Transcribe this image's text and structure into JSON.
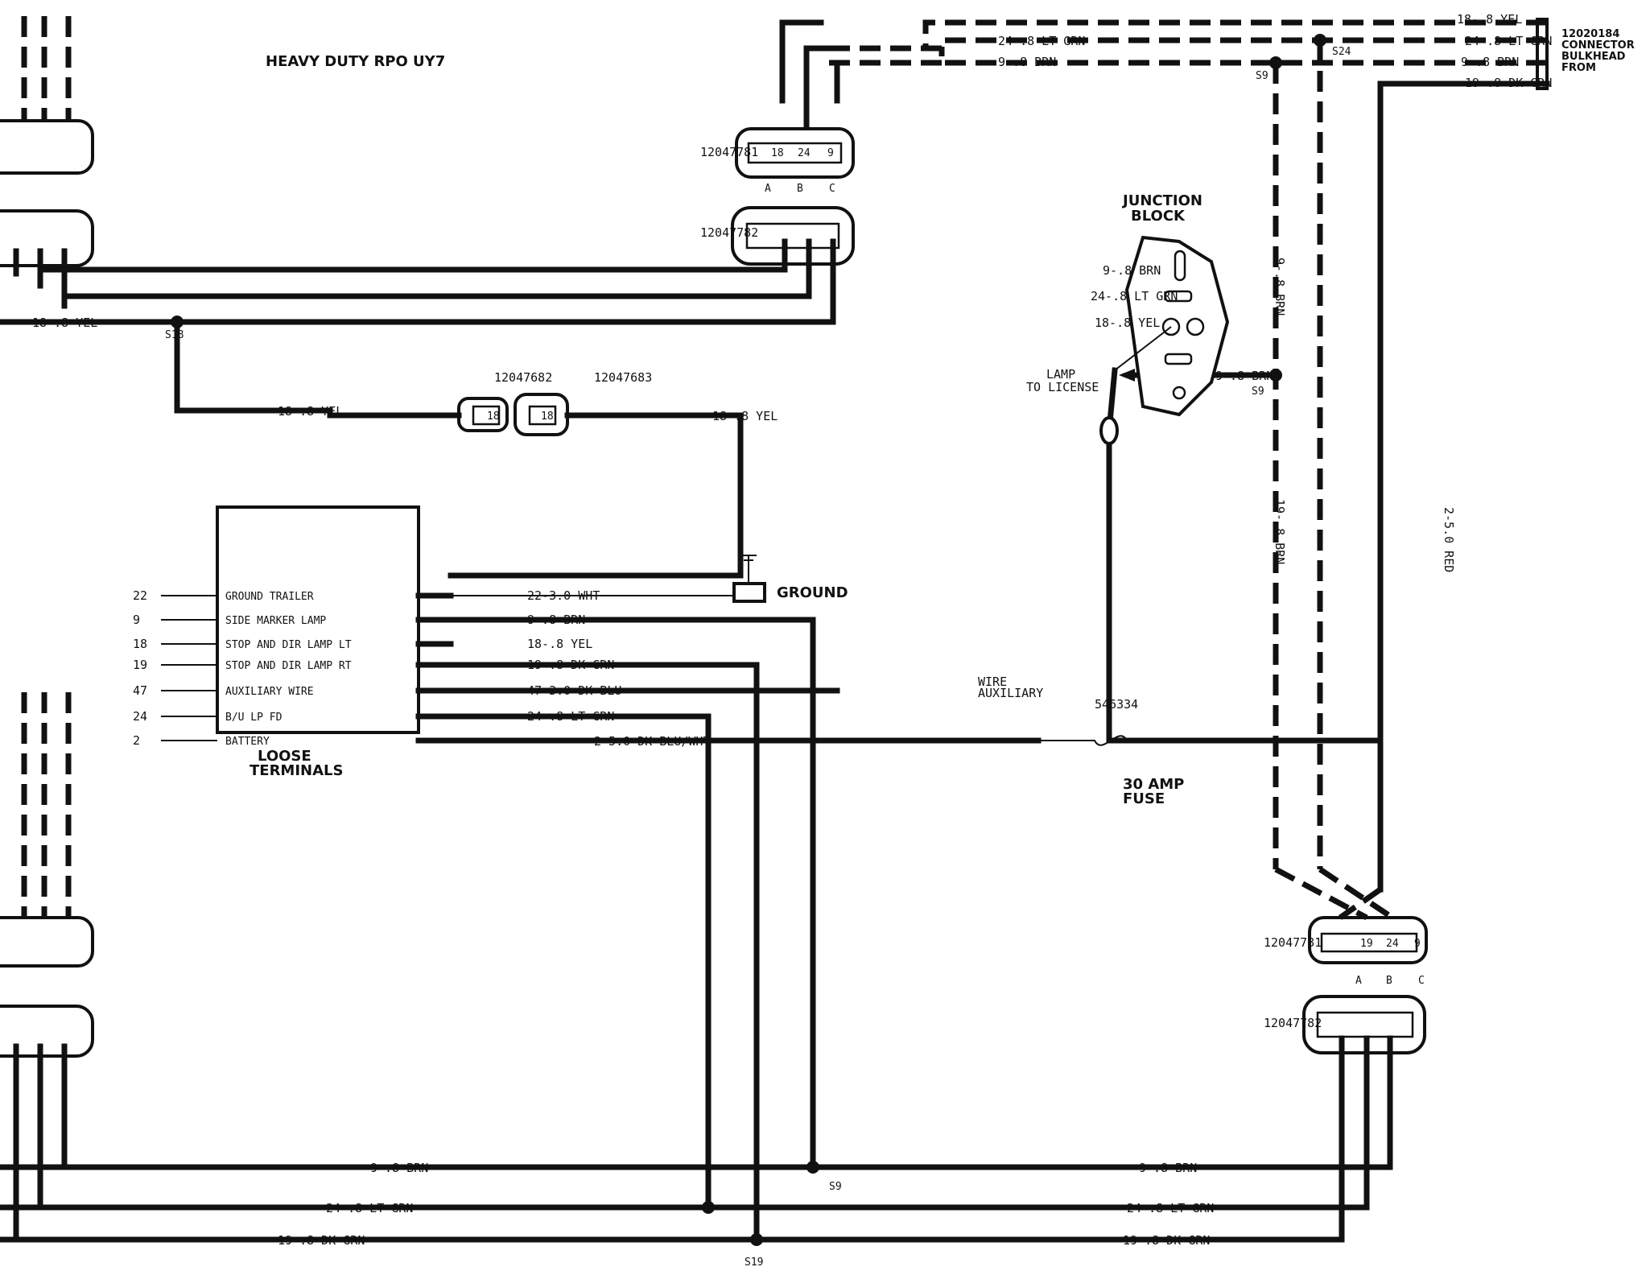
{
  "title": "HEAVY DUTY RPO UY7",
  "connectors": {
    "c12047781": "12047781",
    "c12047782": "12047782",
    "c12047683": "12047683",
    "c12047682": "12047682",
    "pins_abc": [
      "C",
      "B",
      "A"
    ],
    "pin_nums_top": [
      "9",
      "24",
      "18"
    ],
    "pin_nums_bot": [
      "9",
      "24",
      "19"
    ],
    "pin18": "18"
  },
  "bulkhead": {
    "label_lines": [
      "12020184",
      "CONNECTOR",
      "BULKHEAD",
      "FROM"
    ],
    "wires": [
      "18-.8 YEL",
      "24-.8 LT GRN",
      "9-.8 BRN",
      "19-.8 DK GRN"
    ],
    "splice_s24": "S24",
    "splice_s9": "S9"
  },
  "wires": {
    "top_brn": "9-.8 BRN",
    "top_ltgrn": "24-.8 LT GRN",
    "top_yel": "18-.8 YEL",
    "top_yel_left": "18-.8 YEL",
    "s18": "S18",
    "yel_a": "18-.8 YEL",
    "yel_b": "18-.8 YEL",
    "ltgrn_upper": "24-.8 LT GRN",
    "brn_upper": "9-.8 BRN",
    "vert_brn1": "9-.8 BRN",
    "vert_brn2": "19-.8 BRN",
    "lamp_brn": "9-.8 BRN",
    "lamp_splice": "S9",
    "to_license_lamp": [
      "TO LICENSE",
      "LAMP"
    ],
    "red": "2-5.0 RED",
    "bot_brn": "9-.8 BRN",
    "bot_ltgrn": "24-.8 LT GRN",
    "bot_dkgrn": "19-.8 DK GRN",
    "bot_brn_r": "9-.8 BRN",
    "bot_ltgrn_r": "24-.8 LT GRN",
    "bot_dkgrn_r": "19-.8 DK GRN",
    "s9_bottom": "S9",
    "s19": "S19"
  },
  "loose_terminals": {
    "title_lines": [
      "LOOSE",
      "TERMINALS"
    ],
    "rows": [
      {
        "num": "22",
        "name": "GROUND TRAILER",
        "wire": "22-3.0 WHT"
      },
      {
        "num": "9",
        "name": "SIDE MARKER LAMP",
        "wire": "9-.8 BRN"
      },
      {
        "num": "18",
        "name": "STOP AND DIR LAMP LT",
        "wire": "18-.8 YEL"
      },
      {
        "num": "19",
        "name": "STOP AND DIR LAMP RT",
        "wire": "19-.8 DK GRN"
      },
      {
        "num": "47",
        "name": "AUXILIARY WIRE",
        "wire": "47-3.0 DK BLU"
      },
      {
        "num": "24",
        "name": "B/U LP FD",
        "wire": "24-.8 LT GRN"
      },
      {
        "num": "2",
        "name": "BATTERY",
        "wire": "2-5.0 DK BLU/WHT"
      }
    ]
  },
  "ground": "GROUND",
  "auxiliary": [
    "AUXILIARY",
    "WIRE"
  ],
  "fuse": {
    "part": "546334",
    "label_lines": [
      "30 AMP",
      "FUSE"
    ]
  },
  "junction_block": [
    "JUNCTION",
    "BLOCK"
  ]
}
